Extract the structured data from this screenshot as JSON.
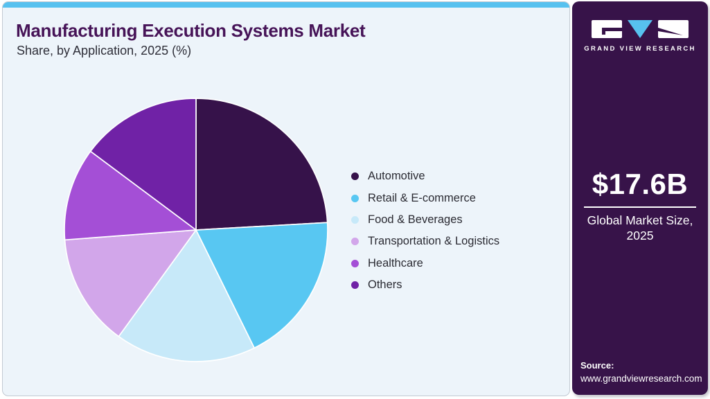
{
  "header": {
    "title": "Manufacturing Execution Systems Market",
    "subtitle": "Share, by Application, 2025 (%)",
    "title_color": "#461357",
    "accent_strip_color": "#57c1ef",
    "panel_bg_color": "#edf4fa"
  },
  "sidebar": {
    "brand_name": "GRAND VIEW RESEARCH",
    "market_size_value": "$17.6B",
    "market_size_caption_line1": "Global Market Size,",
    "market_size_caption_line2": "2025",
    "source_label": "Source:",
    "source_url": "www.grandviewresearch.com",
    "bg_color": "#371349",
    "logo_triangle_color": "#57c1ef"
  },
  "chart_data": {
    "type": "pie",
    "title": "Manufacturing Execution Systems Market Share, by Application, 2025 (%)",
    "start_angle_deg": -90,
    "direction": "clockwise",
    "data_labels": false,
    "legend_position": "right",
    "segments": [
      {
        "label": "Automotive",
        "value": 24.1,
        "color": "#36124a"
      },
      {
        "label": "Retail & E-commerce",
        "value": 18.6,
        "color": "#58c7f2"
      },
      {
        "label": "Food & Beverages",
        "value": 17.3,
        "color": "#c7e9f9"
      },
      {
        "label": "Transportation & Logistics",
        "value": 13.8,
        "color": "#d2a6ea"
      },
      {
        "label": "Healthcare",
        "value": 11.4,
        "color": "#a44fd6"
      },
      {
        "label": "Others",
        "value": 14.8,
        "color": "#7022a6"
      }
    ]
  }
}
